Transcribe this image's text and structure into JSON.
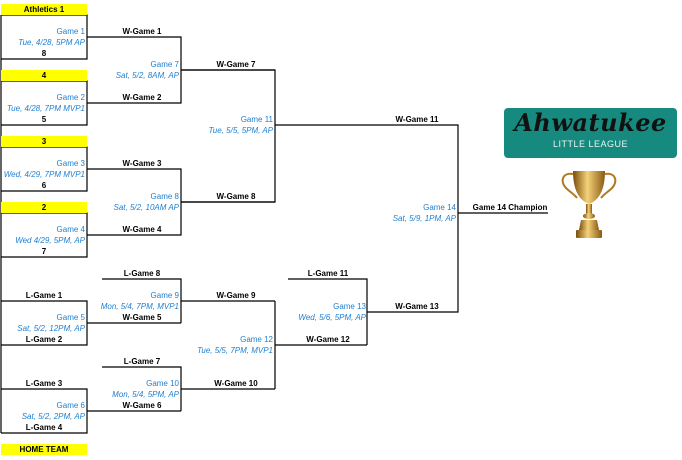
{
  "seeds": {
    "s1": "Athletics 1",
    "s4": "4",
    "s3": "3",
    "s2": "2",
    "home": "HOME TEAM"
  },
  "games": {
    "g1": {
      "name": "Game 1",
      "date": "Tue, 4/28, 5PM AP",
      "opp": "8"
    },
    "g2": {
      "name": "Game 2",
      "date": "Tue, 4/28, 7PM MVP1",
      "opp": "5"
    },
    "g3": {
      "name": "Game 3",
      "date": "Wed, 4/29, 7PM MVP1",
      "opp": "6"
    },
    "g4": {
      "name": "Game 4",
      "date": "Wed 4/29, 5PM, AP",
      "opp": "7"
    },
    "g5": {
      "name": "Game 5",
      "date": "Sat, 5/2, 12PM, AP"
    },
    "g6": {
      "name": "Game 6",
      "date": "Sat, 5/2, 2PM, AP"
    },
    "g7": {
      "name": "Game 7",
      "date": "Sat, 5/2, 8AM, AP"
    },
    "g8": {
      "name": "Game 8",
      "date": "Sat, 5/2, 10AM AP"
    },
    "g9": {
      "name": "Game 9",
      "date": "Mon, 5/4, 7PM, MVP1"
    },
    "g10": {
      "name": "Game 10",
      "date": "Mon, 5/4, 5PM, AP"
    },
    "g11": {
      "name": "Game 11",
      "date": "Tue, 5/5, 5PM, AP"
    },
    "g12": {
      "name": "Game 12",
      "date": "Tue, 5/5, 7PM, MVP1"
    },
    "g13": {
      "name": "Game 13",
      "date": "Wed, 5/6, 5PM, AP"
    },
    "g14": {
      "name": "Game 14",
      "date": "Sat, 5/9, 1PM, AP"
    }
  },
  "slots": {
    "wg1": "W-Game 1",
    "wg2": "W-Game 2",
    "wg3": "W-Game 3",
    "wg4": "W-Game 4",
    "wg5": "W-Game 5",
    "wg6": "W-Game 6",
    "wg7": "W-Game 7",
    "wg8": "W-Game 8",
    "wg9": "W-Game 9",
    "wg10": "W-Game 10",
    "wg11": "W-Game 11",
    "wg12": "W-Game 12",
    "wg13": "W-Game 13",
    "lg1": "L-Game 1",
    "lg2": "L-Game 2",
    "lg3": "L-Game 3",
    "lg4": "L-Game 4",
    "lg7": "L-Game 7",
    "lg8": "L-Game 8",
    "lg11": "L-Game 11",
    "champ": "Game 14 Champion"
  },
  "logo": {
    "title": "Ahwatukee",
    "subtitle": "LITTLE LEAGUE"
  }
}
